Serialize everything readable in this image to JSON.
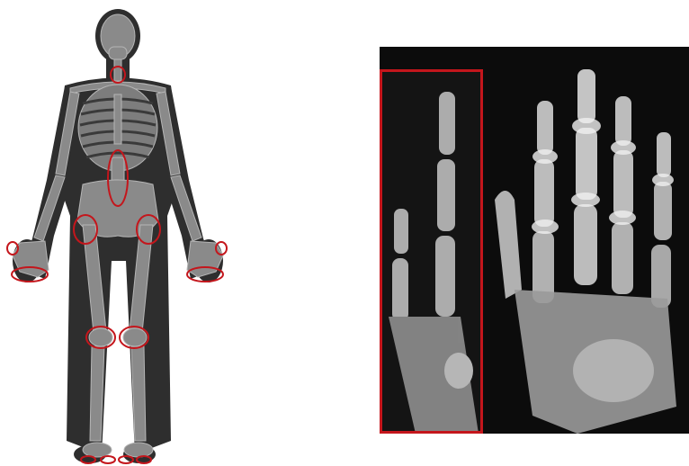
{
  "figure": {
    "panels": [
      {
        "kind": "skeleton-diagram",
        "marked_joints": [
          "neck",
          "lumbar-spine",
          "left-hip",
          "right-hip",
          "left-wrist",
          "right-wrist",
          "left-fingers",
          "right-fingers",
          "left-knee",
          "right-knee",
          "left-toes",
          "right-toes"
        ]
      },
      {
        "kind": "xray-normal-hand",
        "framed": true
      },
      {
        "kind": "xray-arthritic-hand",
        "framed": false
      }
    ],
    "colors": {
      "background": "#ffffff",
      "body_silhouette": "#2e2e2e",
      "bone": "#8a8a8a",
      "bone_edge": "#b5b5b5",
      "highlight": "#c4161c",
      "xray_background": "#0c0c0c",
      "xray_bone": "#d8d8d8"
    }
  }
}
